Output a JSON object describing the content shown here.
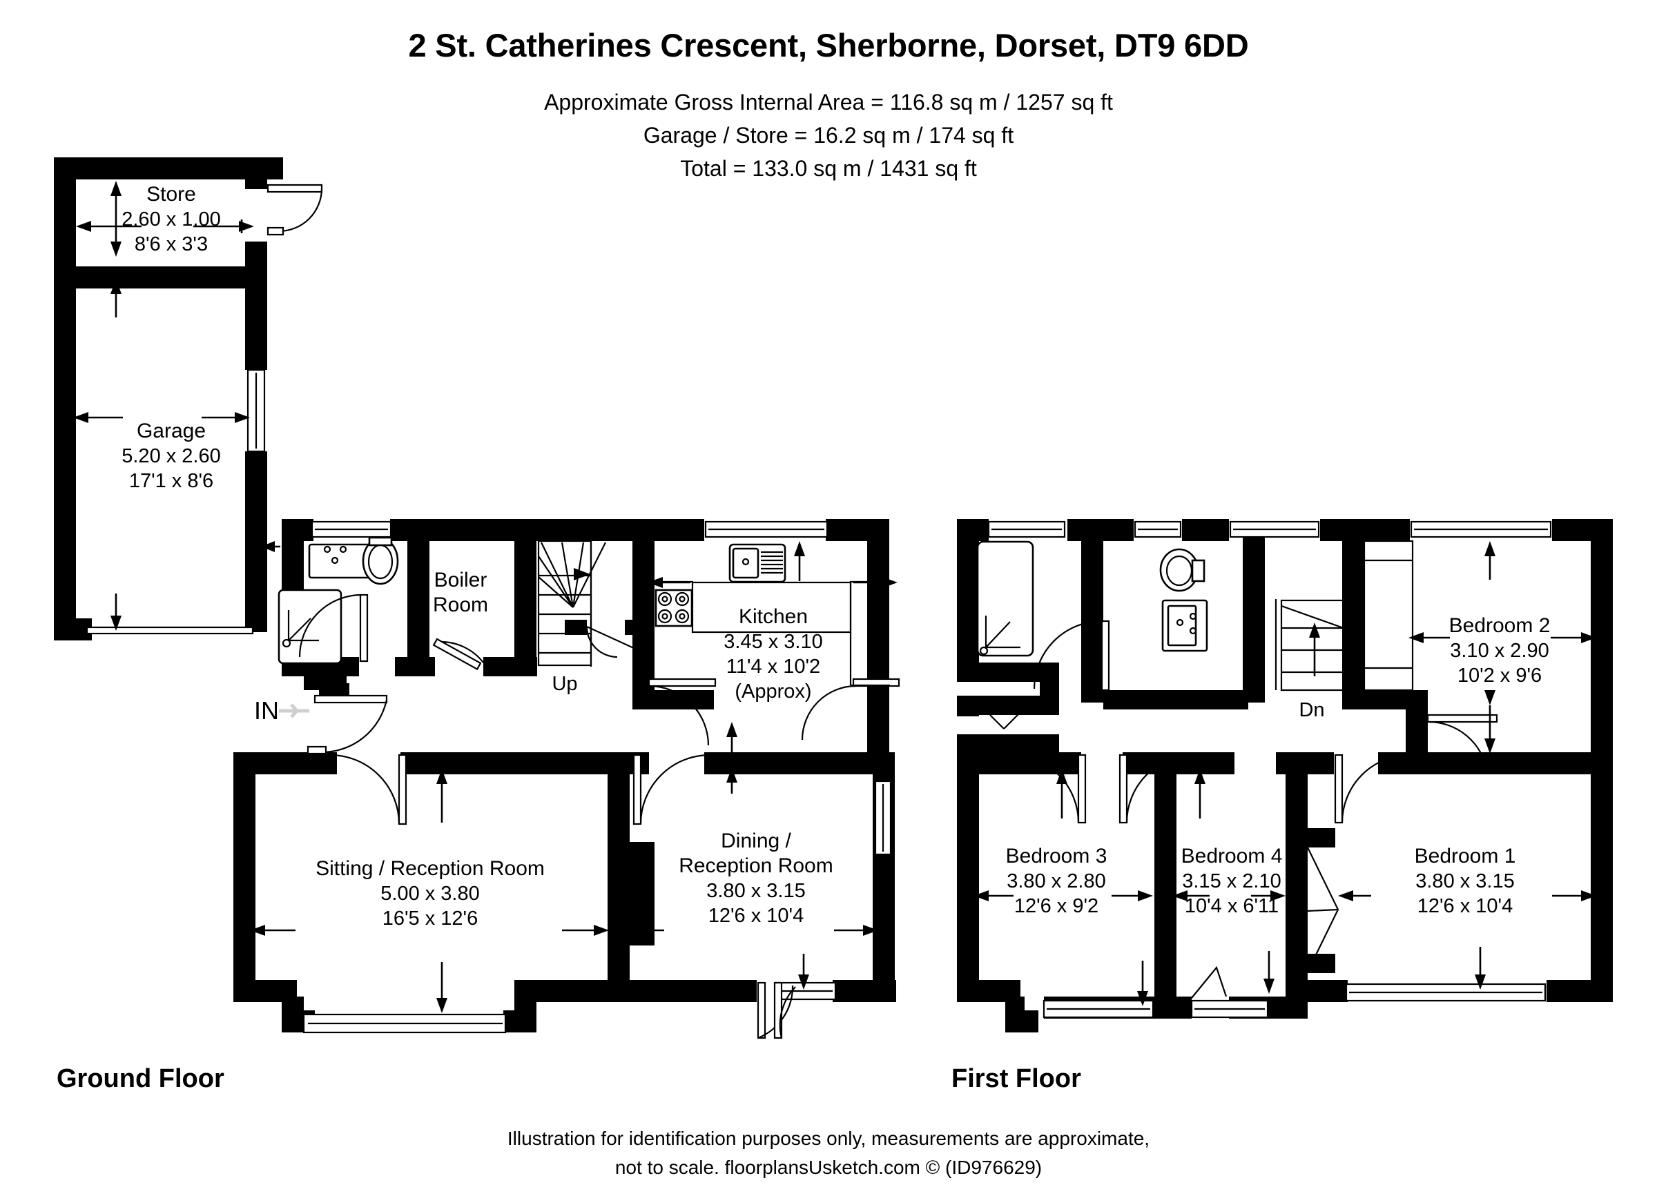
{
  "header": {
    "title": "2 St. Catherines Crescent, Sherborne, Dorset, DT9 6DD",
    "area_line_1": "Approximate Gross Internal Area = 116.8 sq m / 1257 sq ft",
    "area_line_2": "Garage / Store = 16.2 sq m / 174 sq ft",
    "area_line_3": "Total = 133.0 sq m / 1431 sq ft"
  },
  "floors": {
    "ground_label": "Ground Floor",
    "first_label": "First Floor"
  },
  "footer": {
    "line_1": "Illustration for identification purposes only, measurements are approximate,",
    "line_2": "not to scale. floorplansUsketch.com © (ID976629)"
  },
  "markers": {
    "entrance": "IN",
    "stairs_up": "Up",
    "stairs_down": "Dn"
  },
  "ground_floor_rooms": [
    {
      "name": "Store",
      "metric": "2.60 x 1.00",
      "imperial": "8'6 x 3'3",
      "approx": ""
    },
    {
      "name": "Garage",
      "metric": "5.20 x 2.60",
      "imperial": "17'1 x 8'6",
      "approx": ""
    },
    {
      "name": "Boiler",
      "name2": "Room",
      "metric": "",
      "imperial": "",
      "approx": ""
    },
    {
      "name": "Kitchen",
      "metric": "3.45 x 3.10",
      "imperial": "11'4 x 10'2",
      "approx": "(Approx)"
    },
    {
      "name": "Sitting / Reception Room",
      "metric": "5.00 x 3.80",
      "imperial": "16'5 x 12'6",
      "approx": ""
    },
    {
      "name": "Dining  /",
      "name2": "Reception Room",
      "metric": "3.80 x 3.15",
      "imperial": "12'6 x 10'4",
      "approx": ""
    }
  ],
  "first_floor_rooms": [
    {
      "name": "Bedroom 2",
      "metric": "3.10 x 2.90",
      "imperial": "10'2 x 9'6"
    },
    {
      "name": "Bedroom 3",
      "metric": "3.80 x 2.80",
      "imperial": "12'6 x 9'2"
    },
    {
      "name": "Bedroom 4",
      "metric": "3.15 x 2.10",
      "imperial": "10'4 x 6'11"
    },
    {
      "name": "Bedroom 1",
      "metric": "3.80 x 3.15",
      "imperial": "12'6 x 10'4"
    }
  ],
  "colors": {
    "wall": "#000000",
    "background": "#ffffff",
    "in_arrow": "#cfcfcf"
  }
}
